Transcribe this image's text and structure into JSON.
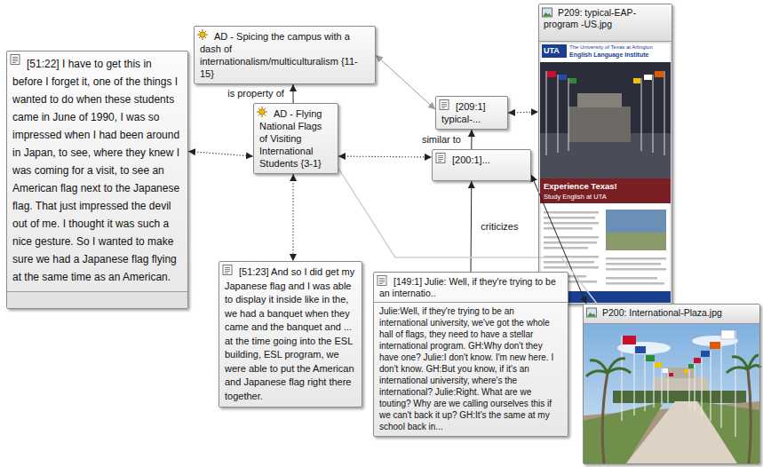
{
  "diagram": {
    "nodes": [
      {
        "text": [
          "[51:22] I have to get this in before I forget it, one of the things I wanted to do when these students came in June of 1990, I was so impressed when I had been around in Japan, to see, where they knew I was coming for a visit, to see an American flag next to the Japanese flag. That just impressed the devil out of me. I thought it was such a nice gesture. So I wanted to make sure we had a Japanese flag flying at the same time as an American."
        ]
      },
      {
        "text": [
          "AD - Spicing the campus with a dash of internationalism/multiculturalism {11-15}"
        ]
      },
      {
        "text": [
          "[209:1] typical-..."
        ]
      },
      {
        "text": [
          "P209: typical-EAP-program -US.jpg"
        ]
      },
      {
        "text": [
          "AD - Flying National Flags of Visiting International Students {3-1}"
        ]
      },
      {
        "text": [
          "[200:1]..."
        ]
      },
      {
        "text": [
          "P200: International-Plaza.jpg"
        ]
      },
      {
        "text": [
          "[51:23] And so I did get my Japanese flag and I was able to display it inside like in the, we had a banquet when they came and the banquet and ... at the time going into the ESL building, ESL program, we were able to put the American and Japanese flag right there together."
        ]
      },
      {
        "text": [
          "[149:1] Julie: Well, if they're trying to be an internatio..",
          "Julie:Well, if they're trying to be an international university, we've got the whole hall of flags, they need to have a stellar international program. GH:Why don't they have one? Julie:I don't know. I'm new here. I don't know. GH:But you know, if it's an international university, where's the international? Julie:Right. What are we touting? Why are we calling ourselves this if we can't back it up? GH:It's the same at my school back in..."
        ]
      }
    ],
    "edges": [
      {
        "from": 4,
        "to": 1,
        "arrow": "to",
        "label": "is property of"
      },
      {
        "from": 0,
        "to": 4,
        "arrow": "both"
      },
      {
        "from": 4,
        "to": 7,
        "arrow": "both"
      },
      {
        "from": 4,
        "to": 5,
        "arrow": "both"
      },
      {
        "from": 1,
        "to": 2,
        "arrow": "both"
      },
      {
        "from": 5,
        "to": 2,
        "arrow": "to",
        "label": "similar to"
      },
      {
        "from": 8,
        "to": 5,
        "arrow": "to",
        "label": "criticizes"
      },
      {
        "from": 2,
        "to": 3,
        "arrow": "both"
      },
      {
        "from": 5,
        "to": 6,
        "arrow": "both"
      },
      {
        "from": 4,
        "to": 6,
        "arrow": "none"
      }
    ],
    "labels": [
      "UTA",
      "The University of Texas at Arlington",
      "English Language Institute",
      "Experience Texas!",
      "Study English at UTA"
    ]
  }
}
